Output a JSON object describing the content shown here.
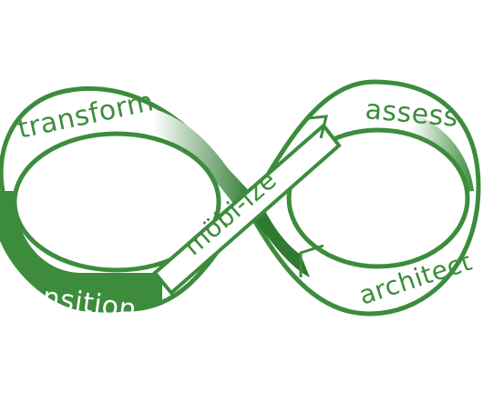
{
  "diagram": {
    "stages": {
      "transform": "transform",
      "assess": "assess",
      "transition": "transition",
      "architect": "architect",
      "center": "möbi-ize"
    },
    "colors": {
      "primary": "#3c8c3c",
      "dark": "#2f7a30",
      "band": "#ffffff",
      "background": "#ffffff"
    }
  }
}
